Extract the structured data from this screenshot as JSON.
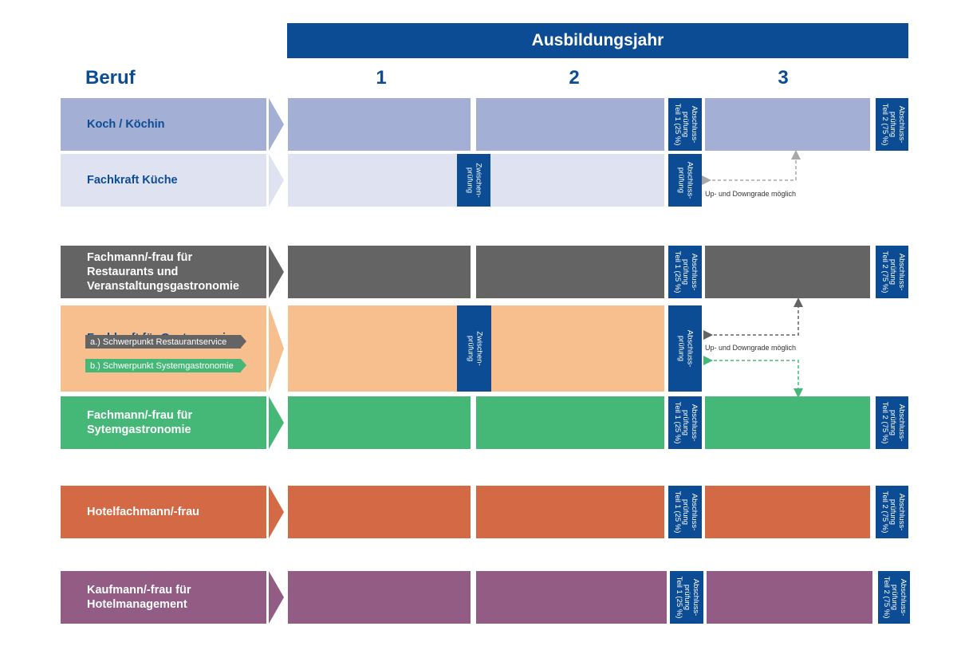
{
  "header": {
    "title": "Ausbildungsjahr",
    "beruf": "Beruf",
    "years": [
      "1",
      "2",
      "3"
    ]
  },
  "exams": {
    "teil1": "Abschluss-\nprüfung\nTeil 1 (25 %)",
    "teil2": "Abschluss-\nprüfung\nTeil 2 (75 %)",
    "abschluss": "Abschluss-\nprüfung",
    "zwischen": "Zwischen-\nprüfung"
  },
  "rows": [
    {
      "id": "koch",
      "label": "Koch / Köchin",
      "color": "#a3afd4",
      "labelColor": "#0c4c94"
    },
    {
      "id": "fachkraft-kueche",
      "label": "Fachkraft Küche",
      "color": "#dfe3f1",
      "labelColor": "#0c4c94"
    },
    {
      "id": "restaurant",
      "label": "Fachmann/-frau für\nRestaurants und\nVeranstaltungsgastronomie",
      "color": "#646464",
      "labelColor": "#ffffff"
    },
    {
      "id": "fachkraft-gastro",
      "label": "Fachkraft für Gastronomie",
      "color": "#f8bf8e",
      "labelColor": "#0c4c94",
      "sub": [
        "a.) Schwerpunkt Restaurantservice",
        "b.) Schwerpunkt Systemgastronomie"
      ]
    },
    {
      "id": "system",
      "label": "Fachmann/-frau für\nSytemgastronomie",
      "color": "#45b878",
      "labelColor": "#ffffff"
    },
    {
      "id": "hotel",
      "label": "Hotelfachmann/-frau",
      "color": "#d46a45",
      "labelColor": "#ffffff"
    },
    {
      "id": "kaufmann",
      "label": "Kaufmann/-frau für\nHotelmanagement",
      "color": "#925c85",
      "labelColor": "#ffffff"
    }
  ],
  "notes": {
    "updown": "Up- und Downgrade möglich"
  },
  "colors": {
    "navy": "#0c4c94",
    "subtag_a": "#646464",
    "subtag_b": "#45b878",
    "arrow_gray_light": "#a8a8a8",
    "arrow_gray_dark": "#646464",
    "arrow_green": "#45b878"
  }
}
